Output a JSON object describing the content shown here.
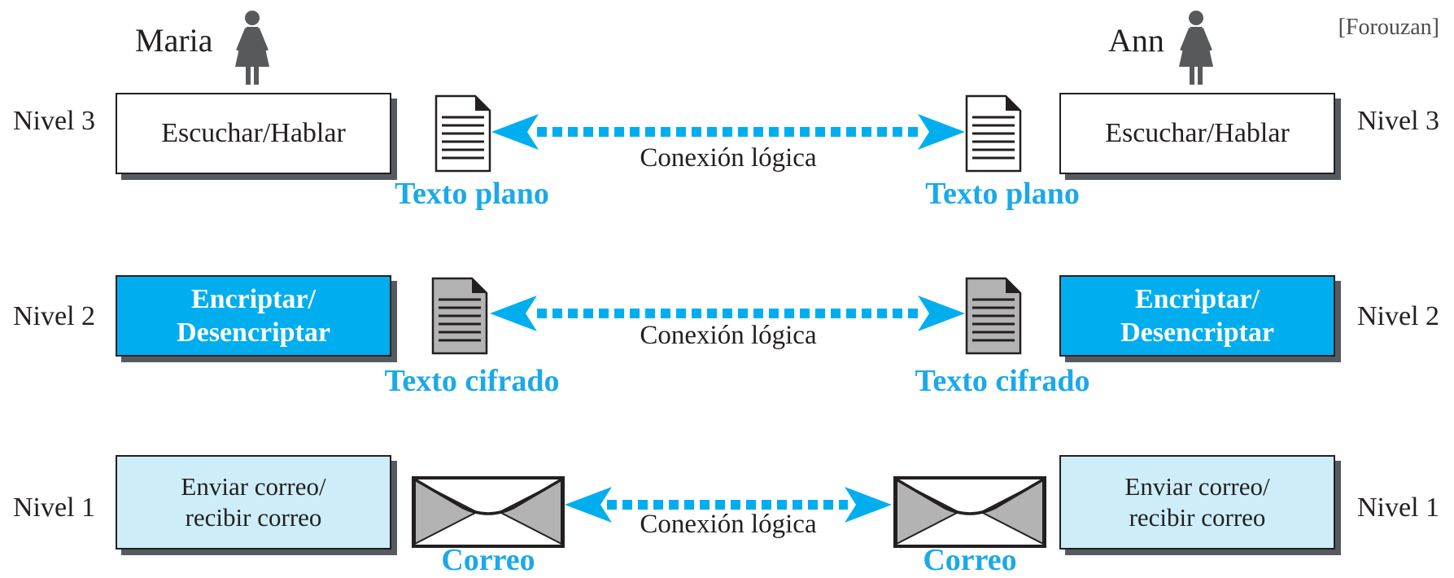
{
  "source": "[Forouzan]",
  "people": {
    "left": "Maria",
    "right": "Ann"
  },
  "levels": {
    "l3": "Nivel 3",
    "l2": "Nivel 2",
    "l1": "Nivel 1"
  },
  "boxes": {
    "l3": "Escuchar/Hablar",
    "l2": [
      "Encriptar/",
      "Desencriptar"
    ],
    "l1": [
      "Enviar correo/",
      "recibir correo"
    ]
  },
  "connection_label": "Conexión lógica",
  "captions": {
    "l3": "Texto plano",
    "l2": "Texto cifrado",
    "l1": "Correo"
  },
  "colors": {
    "accent": "#00aeef",
    "caption": "#1ba9e8",
    "light_box": "#cdeef9",
    "shadow": "#555a60",
    "doc_gray": "#b3b3b3"
  },
  "icons": [
    "person-icon",
    "document-icon",
    "encrypted-document-icon",
    "envelope-icon"
  ]
}
